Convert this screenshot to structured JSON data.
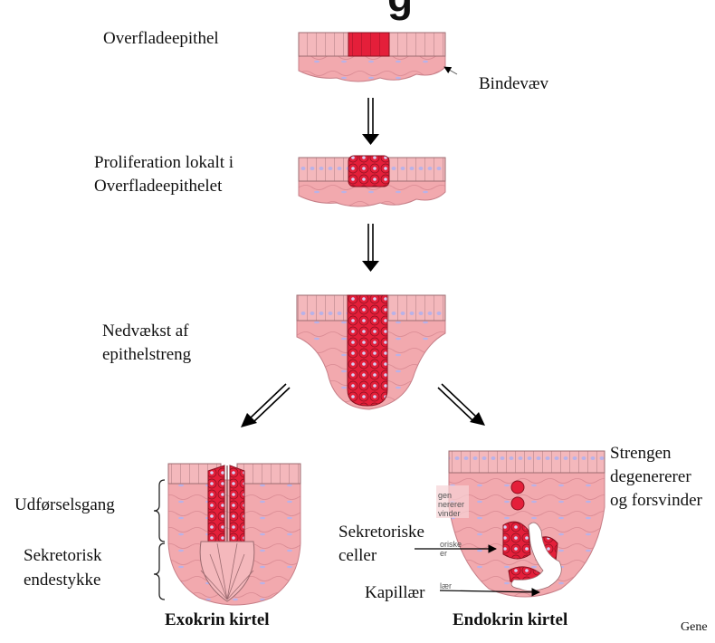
{
  "title_fragment": "g",
  "labels": {
    "overfladeepithel": "Overfladeepithel",
    "bindevaev": "Bindevæv",
    "proliferation_line1": "Proliferation lokalt i",
    "proliferation_line2": "Overfladeepithelet",
    "nedvaekst_line1": "Nedvækst af",
    "nedvaekst_line2": "epithelstreng",
    "udforselsgang": "Udførselsgang",
    "sekretorisk_line1": "Sekretorisk",
    "sekretorisk_line2": "endestykke",
    "exokrin": "Exokrin kirtel",
    "endokrin": "Endokrin kirtel",
    "strengen_line1": "Strengen",
    "strengen_line2": "degenererer",
    "strengen_line3": "og forsvinder",
    "sekretoriske_line1": "Sekretoriske",
    "sekretoriske_line2": "celler",
    "kapillaer": "Kapillær",
    "source_fragment": "Gene"
  },
  "colors": {
    "tissue": "#f2a9ae",
    "tissue_dark": "#e58f98",
    "epithelium": "#f4b8bc",
    "secretory": "#e41f3a",
    "nucleus": "#b9b2e8",
    "arrow": "#000000"
  }
}
